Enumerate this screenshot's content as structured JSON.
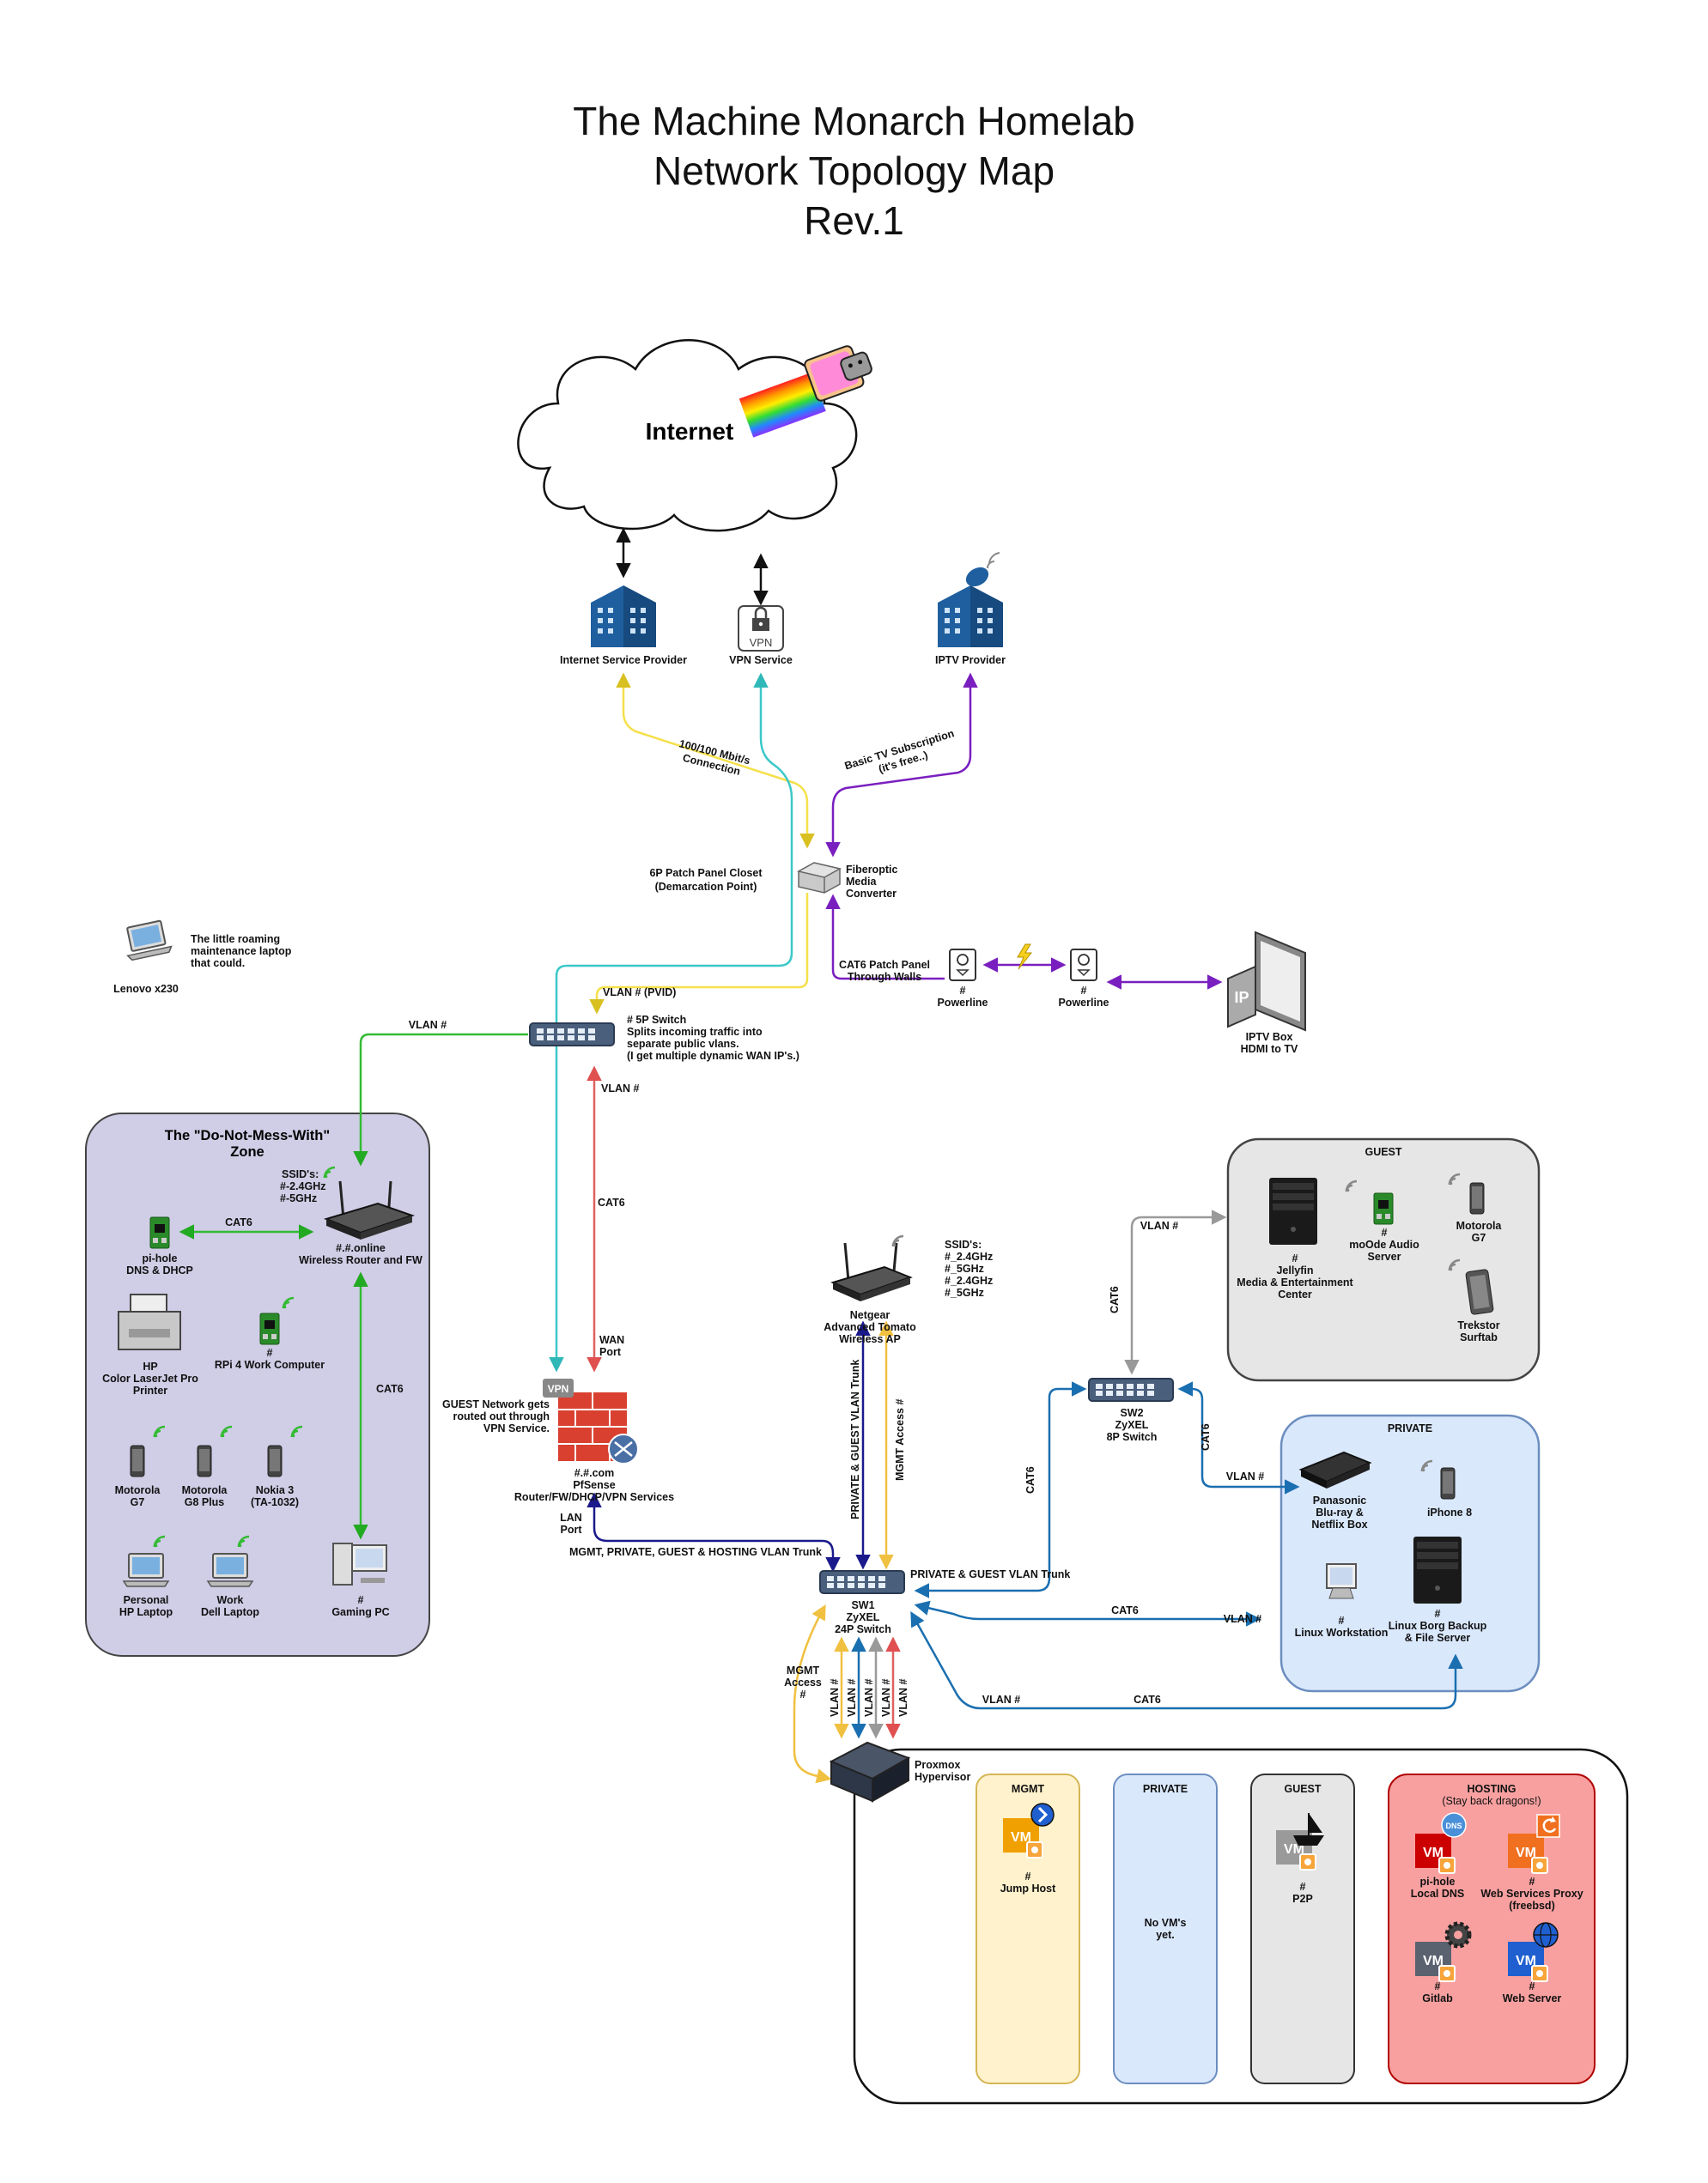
{
  "title": [
    "The Machine Monarch Homelab",
    "Network Topology Map",
    "Rev.1"
  ],
  "internet": {
    "label": "Internet"
  },
  "providers": {
    "isp": "Internet Service Provider",
    "vpn": "VPN Service",
    "vpn_icon_text": "VPN",
    "iptv": "IPTV Provider"
  },
  "links": {
    "isp_link": [
      "100/100 Mbit/s",
      "Connection"
    ],
    "iptv_link": [
      "Basic TV Subscription",
      "(it's free..)"
    ],
    "patch_panel": [
      "6P Patch Panel Closet",
      "(Demarcation Point)"
    ],
    "vlan_pvid": "VLAN # (PVID)",
    "vlan_left": "VLAN #",
    "vlan_red": "VLAN #",
    "cat6_red": "CAT6",
    "wan_port": [
      "WAN",
      "Port"
    ],
    "lan_port": [
      "LAN",
      "Port"
    ],
    "trunk_pf": "MGMT, PRIVATE, GUEST & HOSTING VLAN Trunk",
    "trunk_ap": "PRIVATE & GUEST VLAN Trunk",
    "mgmt_access_ap": "MGMT Access #",
    "trunk_sw2": "PRIVATE & GUEST VLAN Trunk",
    "cat6_sw2": "CAT6",
    "vlan_guest": "VLAN #",
    "cat6_guest": "CAT6",
    "cat6_private": "CAT6",
    "vlan_private": "VLAN #",
    "cat6_linux": "CAT6",
    "vlan_linux": "VLAN #",
    "vlan_borg": "VLAN #",
    "cat6_borg": "CAT6",
    "mgmt_access_proxmox": [
      "MGMT",
      "Access",
      "#"
    ],
    "vlan_vert": [
      "VLAN #",
      "VLAN #",
      "VLAN #",
      "VLAN #",
      "VLAN #"
    ],
    "cat6_patch_panel": [
      "CAT6 Patch Panel",
      "Through Walls"
    ],
    "cat6_zone": "CAT6",
    "cat6_router": "CAT6"
  },
  "fiber": [
    "Fiberoptic",
    "Media",
    "Converter"
  ],
  "switch5p": [
    "# 5P Switch",
    "Splits incoming traffic into",
    "separate public vlans.",
    "(I get multiple dynamic WAN IP's.)"
  ],
  "powerline_left": [
    "#",
    "Powerline"
  ],
  "powerline_right": [
    "#",
    "Powerline"
  ],
  "iptv_box": [
    "IPTV Box",
    "HDMI to TV"
  ],
  "iptv_box_icon_text": "IP",
  "lenovo": {
    "name": "Lenovo x230",
    "desc": [
      "The little roaming",
      "maintenance laptop",
      "that could."
    ]
  },
  "zone": {
    "title": [
      "The \"Do-Not-Mess-With\"",
      "Zone"
    ],
    "ssids": [
      "SSID's:",
      "#-2.4GHz",
      "#-5GHz"
    ],
    "router": [
      "#.#.online",
      "Wireless Router and FW"
    ],
    "pihole": [
      "pi-hole",
      "DNS & DHCP"
    ],
    "printer": [
      "HP",
      "Color LaserJet Pro",
      "Printer"
    ],
    "rpi4": [
      "#",
      "RPi 4 Work Computer"
    ],
    "phones": [
      [
        "Motorola",
        "G7"
      ],
      [
        "Motorola",
        "G8 Plus"
      ],
      [
        "Nokia 3",
        "(TA-1032)"
      ]
    ],
    "laptops": [
      [
        "Personal",
        "HP Laptop"
      ],
      [
        "Work",
        "Dell Laptop"
      ]
    ],
    "gaming": [
      "#",
      "Gaming PC"
    ]
  },
  "pfsense": {
    "guest_note": [
      "GUEST Network gets",
      "routed out through",
      "VPN Service."
    ],
    "name": [
      "#.#.com",
      "PfSense",
      "Router/FW/DHCP/VPN Services"
    ],
    "vpn_badge": "VPN"
  },
  "ap": {
    "ssids": [
      "SSID's:",
      "#_2.4GHz",
      "#_5GHz",
      "#_2.4GHz",
      "#_5GHz"
    ],
    "name": [
      "Netgear",
      "Advanced Tomato",
      "Wireless AP"
    ]
  },
  "sw1": [
    "SW1",
    "ZyXEL",
    "24P Switch"
  ],
  "sw2": [
    "SW2",
    "ZyXEL",
    "8P Switch"
  ],
  "guest": {
    "title": "GUEST",
    "jellyfin": [
      "#",
      "Jellyfin",
      "Media & Entertainment",
      "Center"
    ],
    "moode": [
      "#",
      "moOde Audio",
      "Server"
    ],
    "moto": [
      "Motorola",
      "G7"
    ],
    "trekstor": [
      "Trekstor",
      "Surftab"
    ]
  },
  "private": {
    "title": "PRIVATE",
    "panasonic": [
      "Panasonic",
      "Blu-ray &",
      "Netflix Box"
    ],
    "iphone": "iPhone 8",
    "linux_ws": [
      "#",
      "Linux Workstation"
    ],
    "borg": [
      "#",
      "Linux Borg Backup",
      "& File Server"
    ]
  },
  "proxmox": [
    "Proxmox",
    "Hypervisor"
  ],
  "vm_badge": "VM",
  "vlans": {
    "mgmt": {
      "title": "MGMT",
      "vm": [
        "#",
        "Jump Host"
      ]
    },
    "private": {
      "title": "PRIVATE",
      "note": [
        "No VM's",
        "yet."
      ]
    },
    "guest": {
      "title": "GUEST",
      "vm": [
        "#",
        "P2P"
      ]
    },
    "hosting": {
      "title": "HOSTING",
      "subtitle": "(Stay back dragons!)",
      "dns_badge": "DNS",
      "vms": [
        [
          "pi-hole",
          "Local DNS"
        ],
        [
          "#",
          "Web Services Proxy",
          "(freebsd)"
        ],
        [
          "#",
          "Gitlab"
        ],
        [
          "#",
          "Web Server"
        ]
      ]
    }
  },
  "colors": {
    "yellow": "#f5e04a",
    "cyan": "#3cc8c8",
    "purple": "#7a1fbf",
    "green": "#33bb33",
    "red": "#e06060",
    "navy": "#1a1a8c",
    "blue": "#1a6fb0",
    "gray": "#9a9a9a",
    "zone_fill": "#d0cde6",
    "guest_fill": "#e6e6e6",
    "private_fill": "#dae8fc",
    "mgmt_fill": "#fff2cc",
    "hosting_fill": "#f8a0a0"
  }
}
